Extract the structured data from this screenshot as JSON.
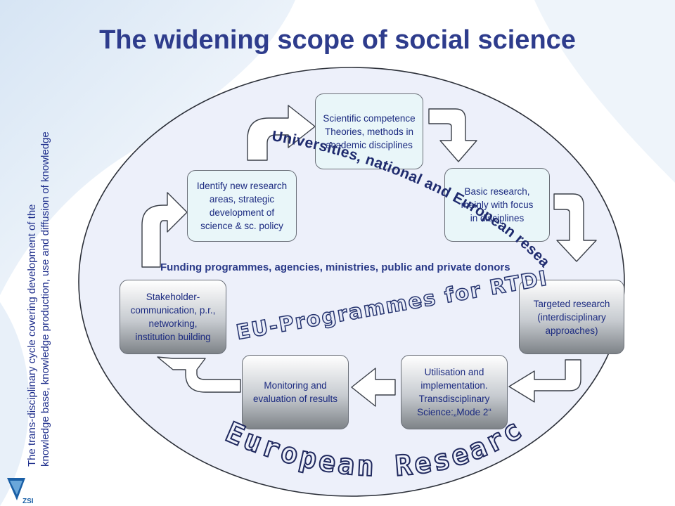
{
  "title": "The widening scope of social science",
  "side_text": {
    "line1": "The trans-disciplinary cycle covering development of the",
    "line2": "knowledge base, knowledge production, use and diffusion of knowledge"
  },
  "boxes": {
    "scientific_competence": [
      "Scientific competence",
      "Theories, methods in",
      "academic disciplines"
    ],
    "basic_research": [
      "Basic research,",
      "mainly with focus",
      "in disciplines"
    ],
    "identify_new": [
      "Identify new research",
      "areas, strategic",
      "development of",
      "science & sc. policy"
    ],
    "targeted_research": [
      "Targeted research",
      "(interdisciplinary",
      "approaches)"
    ],
    "stakeholder": [
      "Stakeholder-",
      "communication, p.r.,",
      "networking,",
      "institution building"
    ],
    "monitoring": [
      "Monitoring and",
      "evaluation of results"
    ],
    "utilisation": [
      "Utilisation and",
      "implementation.",
      "Transdisciplinary",
      "Science:„Mode 2“"
    ]
  },
  "funding_text": "Funding programmes, agencies, ministries, public and private donors",
  "arc_texts": {
    "universities": "Universities, national and European research councils (ERC)",
    "eu_programmes": "EU-Programmes for RTDI",
    "era": "European Research Area"
  },
  "logo_text": "ZSI",
  "colors": {
    "title": "#2e3c8c",
    "text": "#1b2a80",
    "ellipse_fill": "#edf0fa",
    "box_light": "#e9f6f9",
    "arrow_stroke": "#3a3f48"
  }
}
